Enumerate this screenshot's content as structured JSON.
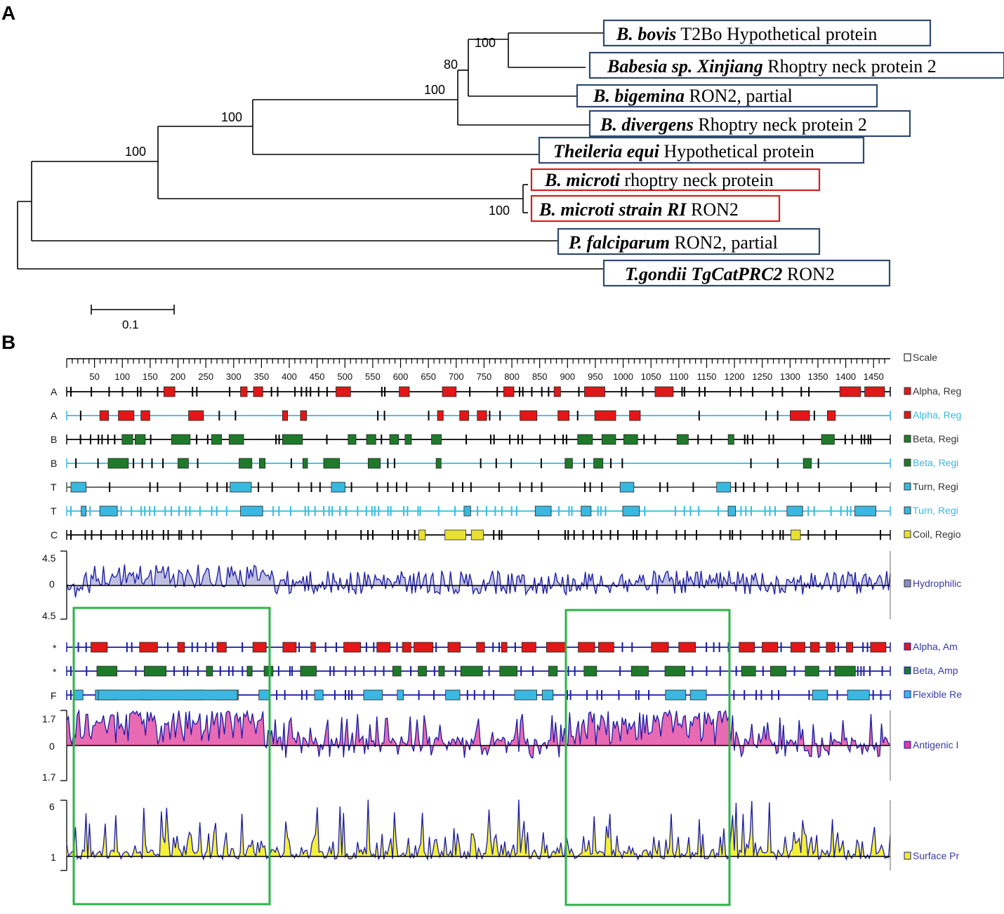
{
  "panel_a": {
    "letter": "A",
    "scale_bar_label": "0.1",
    "bootstrap": [
      "100",
      "80",
      "100",
      "100",
      "100",
      "100"
    ],
    "taxa": [
      {
        "species": "B. bovis",
        "desc": " T2Bo Hypothetical protein",
        "box": "blue"
      },
      {
        "species": "Babesia sp. Xinjiang",
        "desc": "  Rhoptry neck protein 2",
        "box": "blue"
      },
      {
        "species": "B. bigemina",
        "desc": "  RON2, partial",
        "box": "blue"
      },
      {
        "species": "B. divergens",
        "desc": " Rhoptry neck protein 2",
        "box": "blue"
      },
      {
        "species": "Theileria equi",
        "desc": " Hypothetical protein",
        "box": "blue"
      },
      {
        "species": "B. microti",
        "desc": " rhoptry neck protein",
        "box": "red"
      },
      {
        "species": "B. microti strain RI",
        "desc": " RON2",
        "box": "red"
      },
      {
        "species": "P. falciparum",
        "desc": " RON2, partial",
        "box": "blue"
      },
      {
        "species": "T.gondii TgCatPRC2",
        "desc": "  RON2",
        "box": "blue"
      }
    ]
  },
  "panel_b": {
    "letter": "B",
    "ruler_ticks": [
      "50",
      "100",
      "150",
      "200",
      "250",
      "300",
      "350",
      "400",
      "450",
      "500",
      "550",
      "600",
      "650",
      "700",
      "750",
      "800",
      "850",
      "900",
      "950",
      "1000",
      "1050",
      "1100",
      "1150",
      "1200",
      "1250",
      "1300",
      "1350",
      "1400",
      "1450"
    ],
    "track_letters": [
      "A",
      "A",
      "B",
      "B",
      "T",
      "T",
      "C",
      "*",
      "*",
      "F"
    ],
    "legend": [
      "Scale",
      "Alpha, Reg",
      "Alpha, Reg",
      "Beta, Regi",
      "Beta, Regi",
      "Turn, Regi",
      "Turn, Regi",
      "Coil, Regio",
      "Hydrophilic",
      "Alpha, Am",
      "Beta, Amp",
      "Flexible Re",
      "Antigenic I",
      "Surface Pr"
    ],
    "hydro_axis": [
      "4.5",
      "0",
      "4.5"
    ],
    "antigenic_axis": [
      "1.7",
      "0",
      "1.7"
    ],
    "surface_axis": [
      "6",
      "1"
    ]
  },
  "colors": {
    "blue_box": "#2f4a6e",
    "red_box": "#d42020",
    "green_highlight": "#2db34a",
    "alpha": "#e01818",
    "beta": "#1e7a2a",
    "turn": "#3ab8e0",
    "coil": "#e8e030",
    "plot_line": "#1a1aa8",
    "antigenic_fill": "#e0389a",
    "surface_fill": "#f2ee20"
  }
}
